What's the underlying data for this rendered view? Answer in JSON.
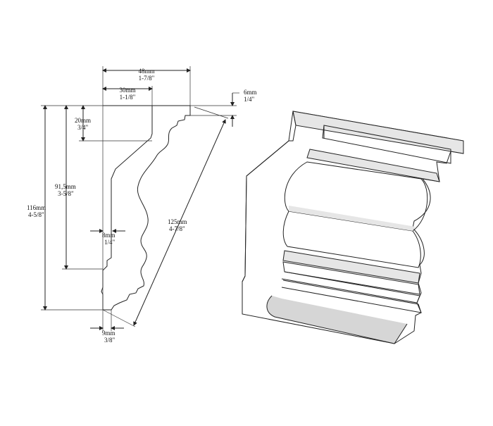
{
  "dimensions": [
    {
      "id": "width_48",
      "metric": "48mm",
      "imperial": "1-7/8\""
    },
    {
      "id": "width_30",
      "metric": "30mm",
      "imperial": "1-1/8\""
    },
    {
      "id": "step_6",
      "metric": "6mm",
      "imperial": "1/4\""
    },
    {
      "id": "drop_20",
      "metric": "20mm",
      "imperial": "3/4\""
    },
    {
      "id": "height_91",
      "metric": "91,5mm",
      "imperial": "3-5/8\""
    },
    {
      "id": "height_116",
      "metric": "116mm",
      "imperial": "4-5/8\""
    },
    {
      "id": "offset_8",
      "metric": "8mm",
      "imperial": "1/4\""
    },
    {
      "id": "diag_125",
      "metric": "125mm",
      "imperial": "4-7/8\""
    },
    {
      "id": "base_9",
      "metric": "9mm",
      "imperial": "3/8\""
    }
  ],
  "colors": {
    "line": "#222222",
    "face": "#ffffff",
    "shade": "#e6e6e6"
  }
}
